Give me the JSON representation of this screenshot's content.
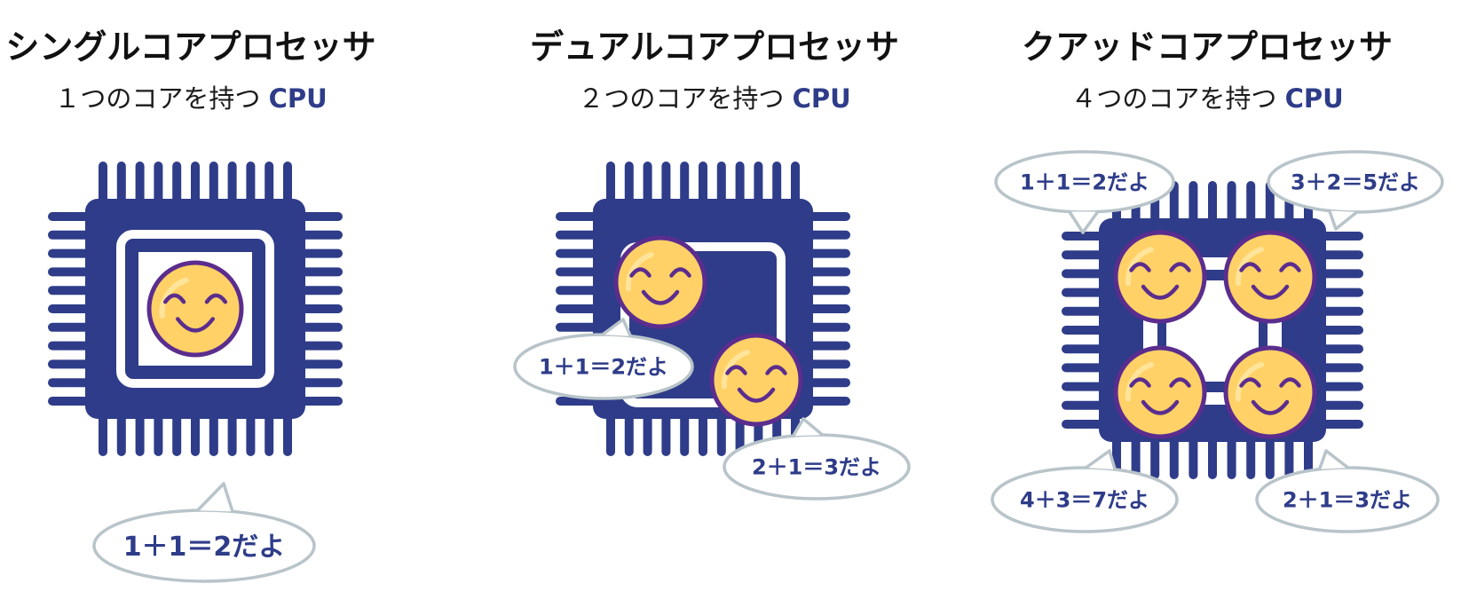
{
  "colors": {
    "chip": "#2e3c89",
    "accent": "#2e3c89",
    "face": "#ffd166",
    "face_outline": "#5b2d8e",
    "bubble_outline": "#b8c4c9",
    "text": "#111111"
  },
  "icons": {
    "face": "smiling-face-icon",
    "chip": "cpu-chip-icon",
    "bubble": "speech-bubble-icon"
  },
  "panels": [
    {
      "title": "シングルコアプロセッサ",
      "subtitle_prefix": "１つのコアを持つ",
      "subtitle_cpu": "CPU",
      "bubbles": [
        "1＋1＝2だよ"
      ]
    },
    {
      "title": "デュアルコアプロセッサ",
      "subtitle_prefix": "２つのコアを持つ",
      "subtitle_cpu": "CPU",
      "bubbles": [
        "1＋1＝2だよ",
        "2＋1＝3だよ"
      ]
    },
    {
      "title": "クアッドコアプロセッサ",
      "subtitle_prefix": "４つのコアを持つ",
      "subtitle_cpu": "CPU",
      "bubbles": [
        "1＋1＝2だよ",
        "3＋2＝5だよ",
        "4＋3＝7だよ",
        "2＋1＝3だよ"
      ]
    }
  ]
}
